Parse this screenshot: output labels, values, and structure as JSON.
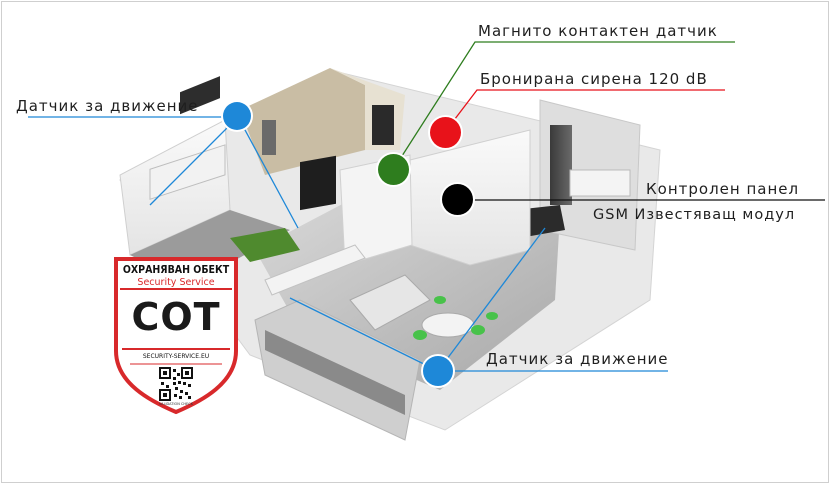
{
  "labels": {
    "motion_top": "Датчик за движение",
    "magnetic": "Магнито контактен датчик",
    "siren": "Бронирана сирена 120 dB",
    "control_panel": "Контролен панел",
    "gsm": "GSM Известяващ модул",
    "motion_bottom": "Датчик за движение"
  },
  "badge": {
    "title": "ОХРАНЯВАН ОБЕКТ",
    "subtitle": "Security Service",
    "logo": "СОТ",
    "url": "SECURITY-SERVICE.EU",
    "qr_caption": "VALIDATION CHECK"
  },
  "colors": {
    "motion": "#1e88d8",
    "magnetic": "#2e7d1e",
    "siren": "#e8121a",
    "control": "#000000",
    "badge_red": "#d8292b"
  }
}
